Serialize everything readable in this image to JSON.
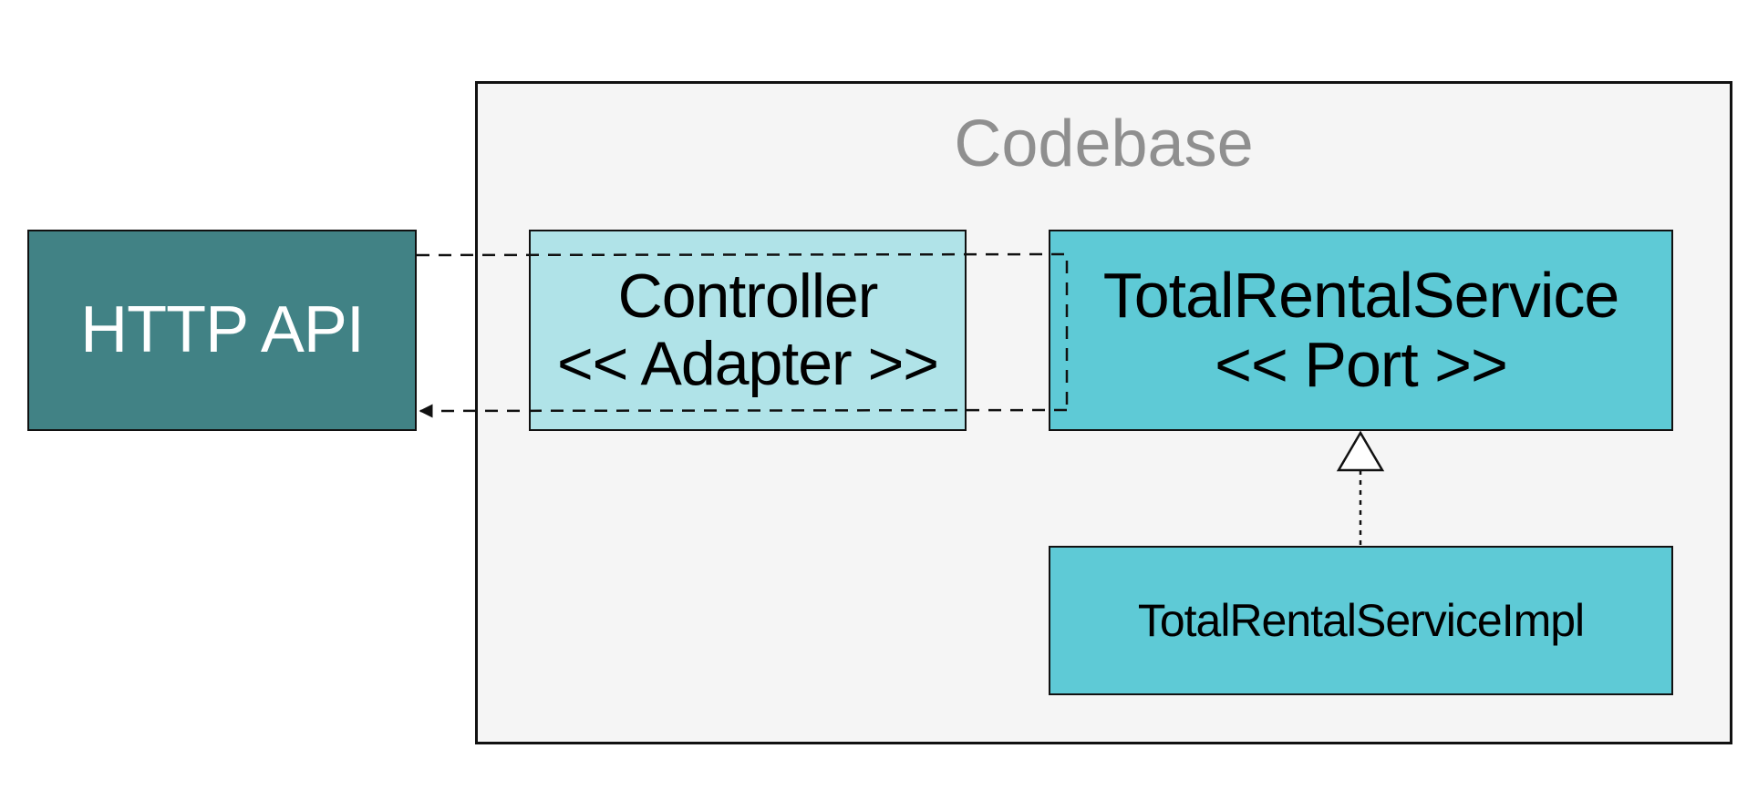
{
  "codebase": {
    "title": "Codebase",
    "background": "#f5f5f5"
  },
  "http_api": {
    "label": "HTTP API",
    "color": "#418285"
  },
  "controller": {
    "line1": "Controller",
    "line2": "<< Adapter >>",
    "color": "#b0e3e8"
  },
  "port": {
    "line1": "TotalRentalService",
    "line2": "<< Port >>",
    "color": "#5ecad6"
  },
  "impl": {
    "label": "TotalRentalServiceImpl",
    "color": "#5ecad6"
  },
  "connectors": {
    "request": "dashed line from HTTP API to TotalRentalService",
    "response": "dashed arrow from TotalRentalService to HTTP API",
    "realization": "dotted line with hollow triangle from TotalRentalServiceImpl to TotalRentalService"
  }
}
